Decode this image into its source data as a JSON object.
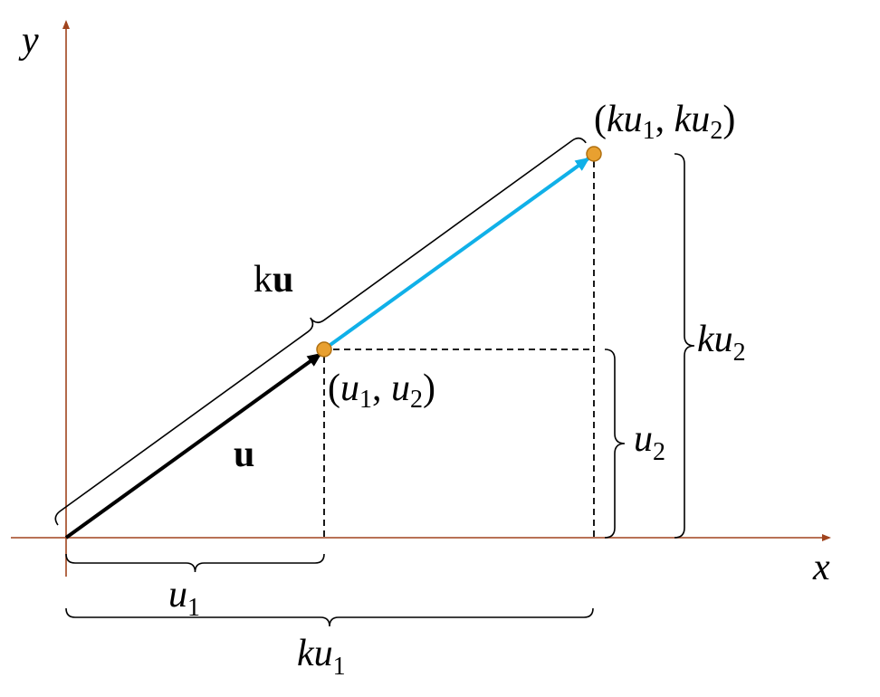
{
  "colors": {
    "axis": "#a0441e",
    "vector_u": "#000000",
    "vector_ku": "#10b0e8",
    "point": "#e8a030",
    "point_stroke": "#b07010"
  },
  "axes": {
    "x_label": "x",
    "y_label": "y"
  },
  "vector_u": {
    "label": "u"
  },
  "vector_ku": {
    "label_k": "k",
    "label_u": "u"
  },
  "point_u": {
    "open": "(",
    "a": "u",
    "a_sub": "1",
    "sep": ", ",
    "b": "u",
    "b_sub": "2",
    "close": ")"
  },
  "point_ku": {
    "open": "(",
    "a": "ku",
    "a_sub": "1",
    "sep": ", ",
    "b": "ku",
    "b_sub": "2",
    "close": ")"
  },
  "braces": {
    "u1": {
      "base": "u",
      "sub": "1"
    },
    "ku1": {
      "base": "ku",
      "sub": "1"
    },
    "u2": {
      "base": "u",
      "sub": "2"
    },
    "ku2": {
      "base": "ku",
      "sub": "2"
    }
  }
}
